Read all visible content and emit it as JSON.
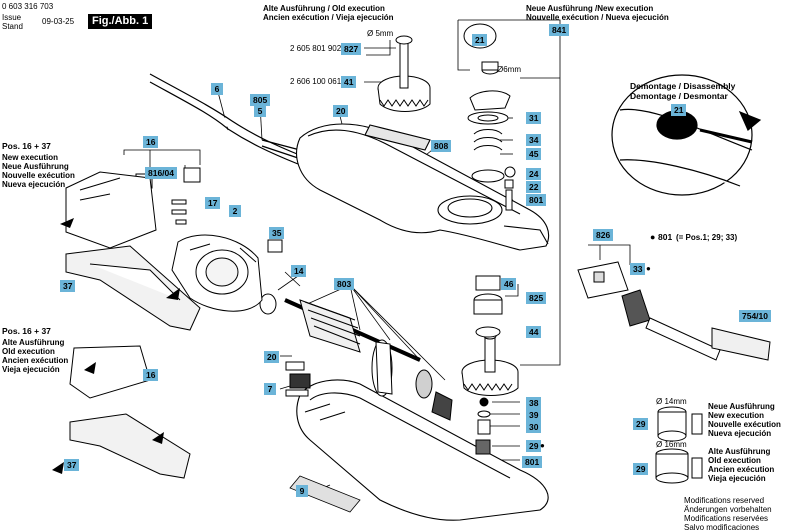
{
  "header": {
    "doc_number": "0 603 316 703",
    "issue_label": "Issue",
    "stand_label": "Stand",
    "date": "09-03-25",
    "figure": "Fig./Abb. 1"
  },
  "execution_headers": {
    "old_top": [
      "Alte Ausführung / Old execution",
      "Ancien exécution / Vieja ejecución"
    ],
    "new_top": [
      "Neue Ausführung /New execution",
      "Nouvelle exécution / Nueva ejecución"
    ],
    "disassembly": [
      "Demontage / Disassembly",
      "Demontage / Desmontar"
    ],
    "pos_new": [
      "Pos. 16 + 37",
      "New execution",
      "Neue Ausführung",
      "Nouvelle exécution",
      "Nueva ejecución"
    ],
    "pos_old": [
      "Pos. 16 + 37",
      "Alte Ausführung",
      "Old execution",
      "Ancien exécution",
      "Vieja ejecución"
    ],
    "legend_new": [
      "Neue Ausführung",
      "New execution",
      "Nouvelle exécution",
      "Nueva ejecución"
    ],
    "legend_old": [
      "Alte Ausführung",
      "Old execution",
      "Ancien exécution",
      "Vieja ejecución"
    ]
  },
  "part_numbers": {
    "p827": "2 605 801 902",
    "p41": "2 606 100 061"
  },
  "dimensions": {
    "d5": "Ø 5mm",
    "d6": "Ø6mm",
    "d14": "Ø 14mm",
    "d16": "Ø 16mm"
  },
  "note_801": "(= Pos.1; 29; 33)",
  "labels": {
    "l6": "6",
    "l805": "805",
    "l5": "5",
    "l20a": "20",
    "l808": "808",
    "l827": "827",
    "l41": "41",
    "l21": "21",
    "l841": "841",
    "l31": "31",
    "l34": "34",
    "l45": "45",
    "l24": "24",
    "l22": "22",
    "l801a": "801",
    "l16a": "16",
    "l81604": "816/04",
    "l17": "17",
    "l2": "2",
    "l35": "35",
    "l14": "14",
    "l37a": "37",
    "l803": "803",
    "l46": "46",
    "l825": "825",
    "l44": "44",
    "l826": "826",
    "l801b": "801",
    "l33": "33",
    "l75410": "754/10",
    "l20b": "20",
    "l7": "7",
    "l16b": "16",
    "l37b": "37",
    "l38": "38",
    "l39": "39",
    "l30": "30",
    "l29a": "29",
    "l801c": "801",
    "l9": "9",
    "l21b": "21",
    "l29b": "29",
    "l29c": "29"
  },
  "footer": [
    "Modifications reserved",
    "Änderungen vorbehalten",
    "Modifications reservées",
    "Salvo modificaciones"
  ]
}
